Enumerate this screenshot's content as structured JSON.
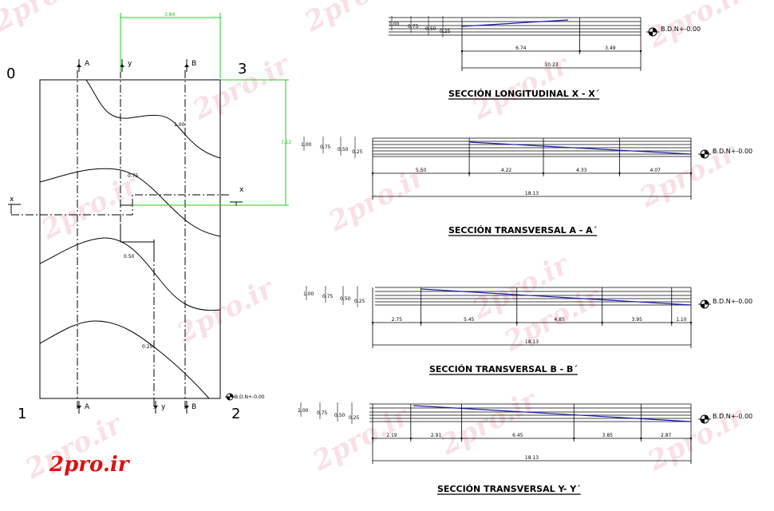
{
  "watermark": {
    "text": "2pro.ir",
    "brand": "2pro.ir"
  },
  "colors": {
    "accent_green": "#22cc22",
    "slope_blue": "#1a1aa8",
    "logo_red": "#e01010",
    "watermark_tint": "#f2c8d0"
  },
  "plan": {
    "corner_labels": [
      "0",
      "3",
      "1",
      "2"
    ],
    "section_tags": {
      "a": "A",
      "b": "B",
      "y": "y",
      "x": "x"
    },
    "dim_width": "3.84",
    "dim_height": "7.12",
    "contours": [
      "1.00",
      "0.75",
      "0.50",
      "0.25"
    ],
    "datum": "B.D.N+-0.00"
  },
  "sections": [
    {
      "title": "SECCIÓN LONGITUDINAL  X - X´",
      "levels": [
        "1.00",
        "0.75",
        "0.50",
        "0.25"
      ],
      "datum": "B.D.N+-0.00",
      "segments": [
        "6.74",
        "3.49"
      ],
      "total": "10.23"
    },
    {
      "title": "SECCIÓN TRANSVERSAL A - A´",
      "levels": [
        "1.00",
        "0.75",
        "0.50",
        "0.25"
      ],
      "datum": "B.D.N+-0.00",
      "segments": [
        "5.50",
        "4.22",
        "4.33",
        "4.07"
      ],
      "total": "18.13"
    },
    {
      "title": "SECCIÓN TRANSVERSAL B - B´",
      "levels": [
        "1.00",
        "0.75",
        "0.50",
        "0.25"
      ],
      "datum": "B.D.N+-0.00",
      "segments": [
        "2.75",
        "5.45",
        "4.85",
        "3.95",
        "1.10"
      ],
      "total": "18.13"
    },
    {
      "title": "SECCIÓN TRANSVERSAL Y- Y´",
      "levels": [
        "1.00",
        "0.75",
        "0.50",
        "0.25"
      ],
      "datum": "B.D.N+-0.00",
      "segments": [
        "2.19",
        "2.91",
        "6.45",
        "3.85",
        "2.87"
      ],
      "total": "18.13"
    }
  ]
}
